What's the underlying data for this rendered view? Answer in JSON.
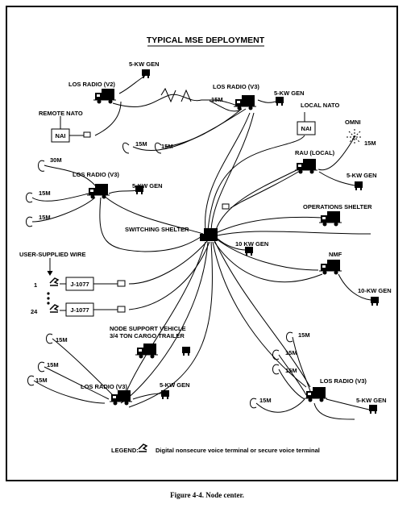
{
  "title": "TYPICAL MSE DEPLOYMENT",
  "caption": "Figure 4-4. Node center.",
  "labels": {
    "gen_top": "5-KW GEN",
    "los_v2": "LOS RADIO (V2)",
    "los_v3_top": "LOS RADIO (V3)",
    "gen_right_top": "5-KW GEN",
    "remote_nato": "REMOTE NATO",
    "nai_left": "NAI",
    "local_nato": "LOCAL NATO",
    "nai_right": "NAI",
    "omni": "OMNI",
    "m15_omni": "15M",
    "m15_a": "15M",
    "m15_b": "15M",
    "m15_c": "15M",
    "rau_local": "RAU (LOCAL)",
    "gen_rau": "5-KW GEN",
    "m30": "30M",
    "los_v3_left": "LOS RADIO (V3)",
    "gen_left": "5-KW GEN",
    "m15_d": "15M",
    "m15_e": "15M",
    "ops_shelter": "OPERATIONS SHELTER",
    "switching_shelter": "SWITCHING SHELTER",
    "gen_10kw": "10 KW GEN",
    "user_wire": "USER-SUPPLIED WIRE",
    "nmf": "NMF",
    "gen_10kw_right": "10-KW GEN",
    "num_1": "1",
    "num_24": "24",
    "j1077_a": "J-1077",
    "j1077_b": "J-1077",
    "nsv_1": "NODE SUPPORT VEHICLE",
    "nsv_2": "3/4 TON CARGO TRAILER",
    "m15_f": "15M",
    "m15_g": "15M",
    "m15_h": "15M",
    "los_v3_bl": "LOS RADIO (V3)",
    "gen_bl": "5-KW GEN",
    "m15_i": "15M",
    "m15_j": "15M",
    "m15_k": "15M",
    "los_v3_br": "LOS RADIO (V3)",
    "gen_br": "5-KW GEN",
    "m15_l": "15M",
    "legend_label": "LEGEND:",
    "legend_text": "Digital nonsecure voice terminal or secure voice terminal"
  }
}
